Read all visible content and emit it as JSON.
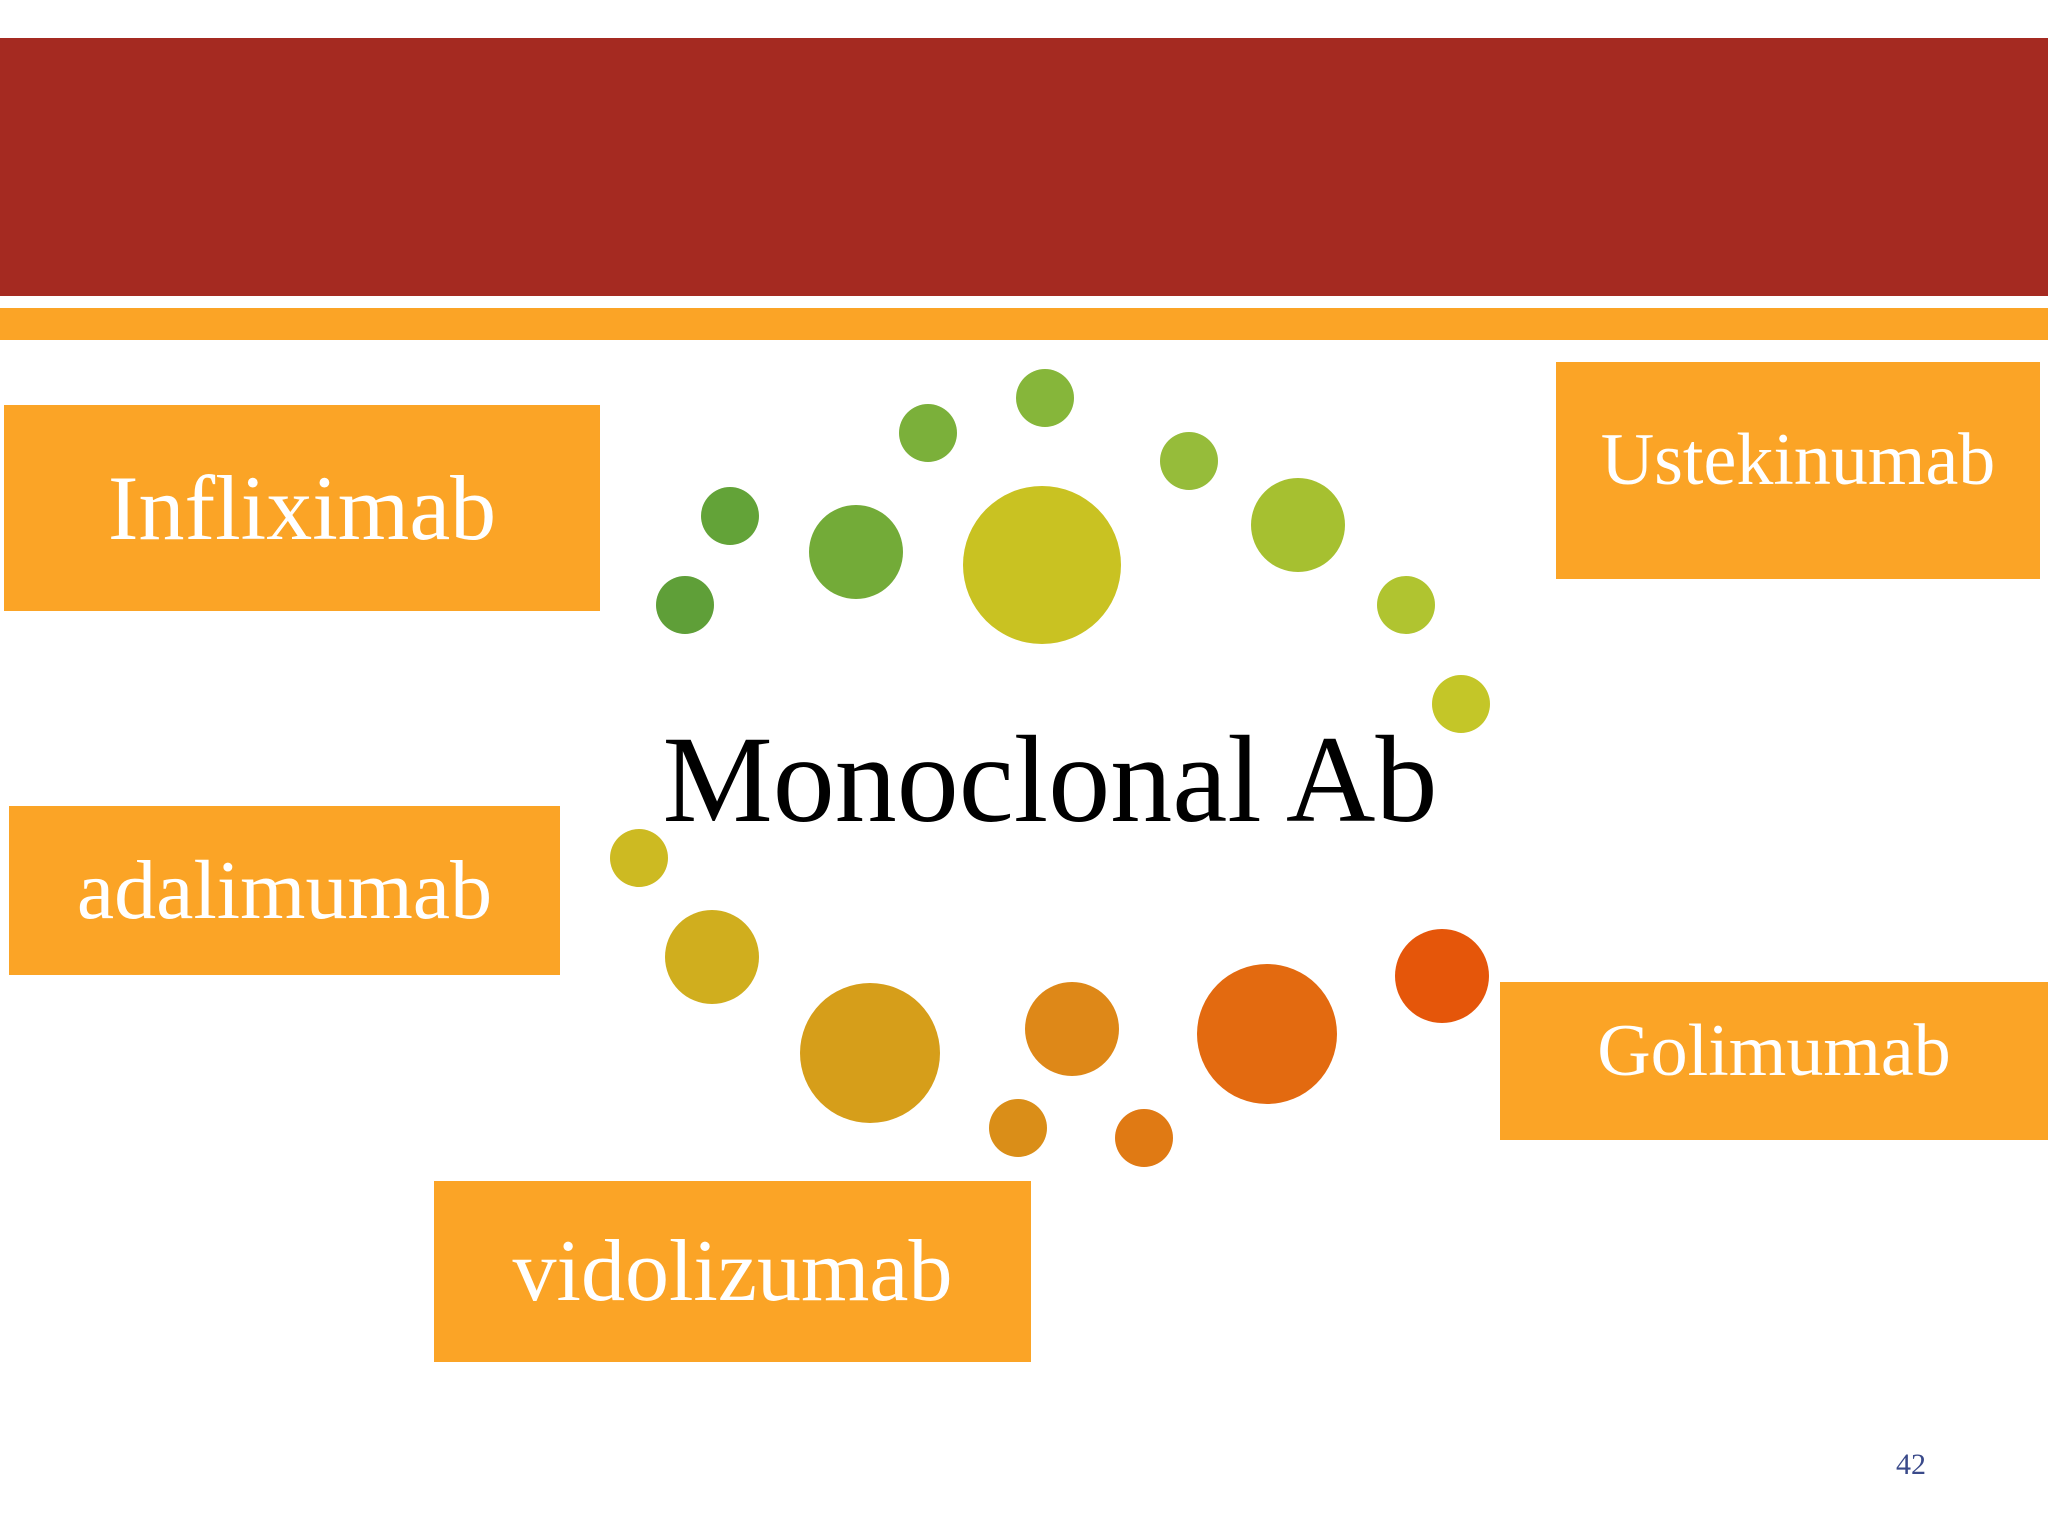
{
  "slide": {
    "center_label": "Monoclonal Ab",
    "page_number": "42"
  },
  "drugs": [
    {
      "label": "Infliximab"
    },
    {
      "label": "adalimumab"
    },
    {
      "label": "vidolizumab"
    },
    {
      "label": "Ustekinumab"
    },
    {
      "label": "Golimumab"
    }
  ],
  "colors": {
    "header_red": "#a52a21",
    "accent_orange": "#fba426",
    "label_text": "#ffffff"
  }
}
